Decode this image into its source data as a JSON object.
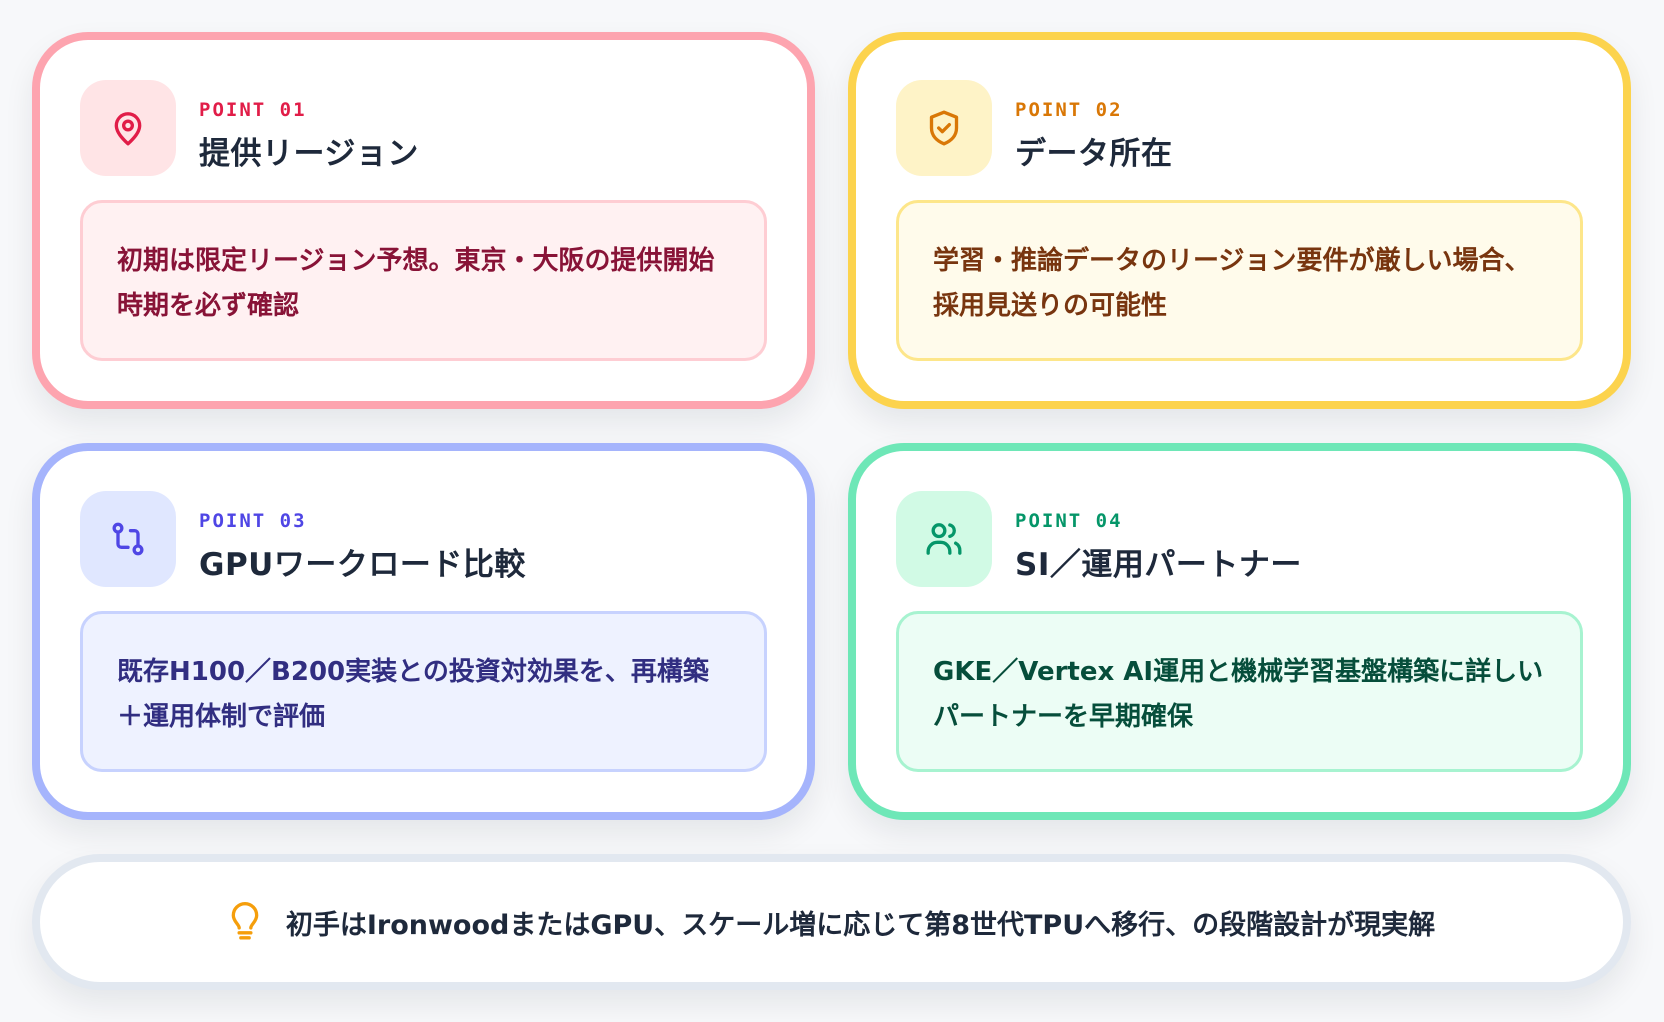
{
  "colors": {
    "page_bg": "#f7f8fa",
    "rose": "#e11d48",
    "amber": "#d97706",
    "indigo": "#4f46e5",
    "emerald": "#059669",
    "title_text": "#1e293b"
  },
  "cards": [
    {
      "kicker": "POINT 01",
      "title": "提供リージョン",
      "icon": "map-pin-icon",
      "body": "初期は限定リージョン予想。東京・大阪の提供開始時期を必ず確認"
    },
    {
      "kicker": "POINT 02",
      "title": "データ所在",
      "icon": "shield-check-icon",
      "body": "学習・推論データのリージョン要件が厳しい場合、採用見送りの可能性"
    },
    {
      "kicker": "POINT 03",
      "title": "GPUワークロード比較",
      "icon": "git-compare-icon",
      "body": "既存H100／B200実装との投資対効果を、再構築＋運用体制で評価"
    },
    {
      "kicker": "POINT 04",
      "title": "SI／運用パートナー",
      "icon": "users-icon",
      "body": "GKE／Vertex AI運用と機械学習基盤構築に詳しいパートナーを早期確保"
    }
  ],
  "banner": {
    "icon": "lightbulb-icon",
    "text": "初手はIronwoodまたはGPU、スケール増に応じて第8世代TPUへ移行、の段階設計が現実解"
  }
}
